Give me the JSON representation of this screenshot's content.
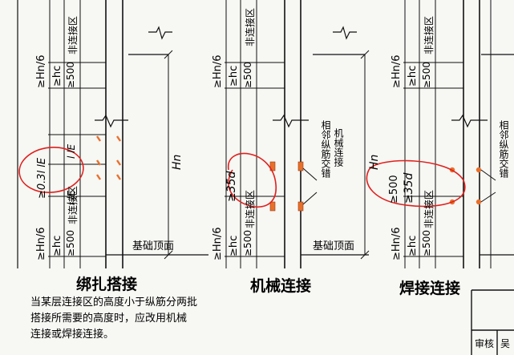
{
  "labels": {
    "hn6": "≥Hn/6",
    "hc": "≥hc",
    "mm500": "≥500",
    "non_splice": "非连接区",
    "Hn": "Hn",
    "lle": "l lE",
    "lap_gap": "≥0.3l lE",
    "d35": "≥35d",
    "foundation_top": "基础顶面",
    "adjacent_rebar_1": "相邻纵筋交错",
    "adjacent_rebar_2": "机械连接",
    "adjacent_rebar_weld": "相邻纵筋交错"
  },
  "titles": {
    "lap": "绑扎搭接",
    "mechanical": "机械连接",
    "welded": "焊接连接"
  },
  "note": {
    "line1": "当某层连接区的高度小于纵筋分两批",
    "line2": "搭接所需要的高度时，应改用机械",
    "line3": "连接或焊接连接。"
  },
  "title_block": {
    "review": "审核",
    "reviewer": "吴"
  },
  "colors": {
    "ink": "#111111",
    "annotation_red": "#e0201c",
    "splice_orange": "#e8702a"
  }
}
